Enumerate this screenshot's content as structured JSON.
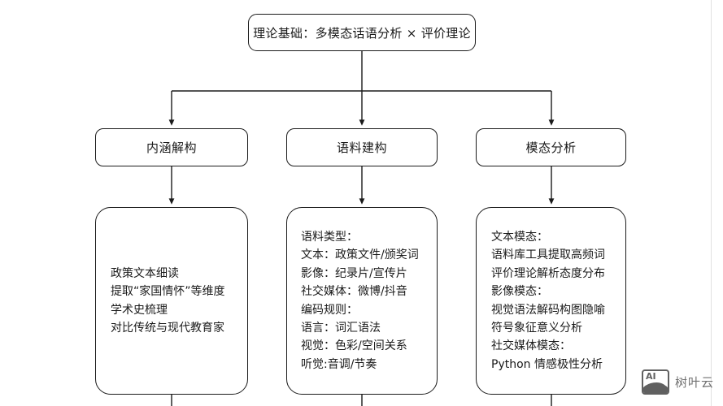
{
  "diagram": {
    "root": {
      "label": "理论基础：多模态话语分析 × 评价理论"
    },
    "columns": [
      {
        "header": "内涵解构",
        "lines": [
          "政策文本细读",
          "提取“家国情怀”等维度",
          "学术史梳理",
          "对比传统与现代教育家"
        ]
      },
      {
        "header": "语料建构",
        "lines": [
          "语料类型：",
          "文本：政策文件/颁奖词",
          "影像：纪录片/宣传片",
          "社交媒体：微博/抖音",
          "编码规则：",
          "语言：词汇语法",
          "视觉：色彩/空间关系",
          "听觉:音调/节奏"
        ]
      },
      {
        "header": "模态分析",
        "lines": [
          "文本模态：",
          "语料库工具提取高频词",
          "评价理论解析态度分布",
          "影像模态：",
          "视觉语法解码构图隐喻",
          "符号象征意义分析",
          "社交媒体模态：",
          "Python 情感极性分析"
        ]
      }
    ]
  },
  "watermark": {
    "icon": "image-ai-icon",
    "badge": "AI",
    "text": "树叶云"
  },
  "colors": {
    "stroke": "#1b1b1b",
    "background": "#ffffff",
    "watermark": "#6b6b6b"
  }
}
